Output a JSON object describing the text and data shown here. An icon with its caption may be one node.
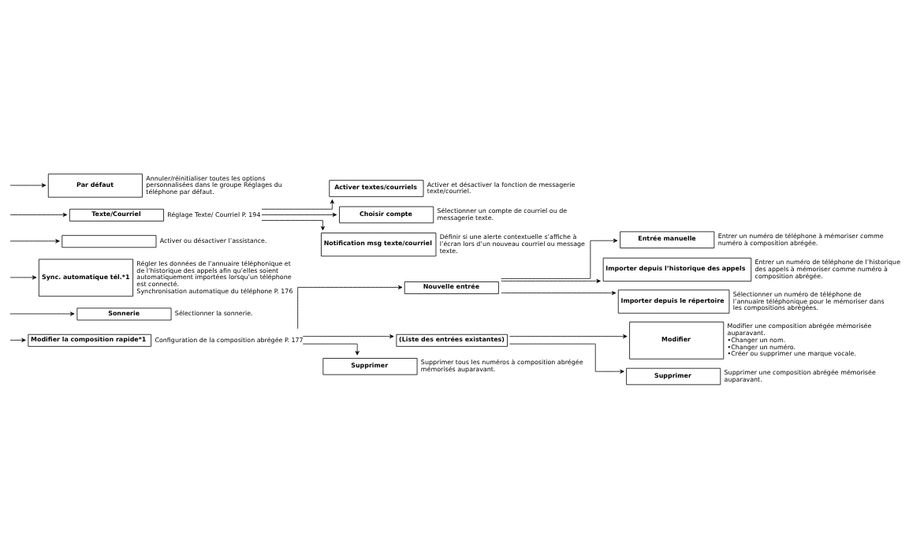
{
  "diagram": {
    "nodes": [
      {
        "text": [
          "Modifier la composition rapide*1"
        ],
        "beside": [
          "Configuration de la composition abrégée P. 177"
        ]
      },
      {
        "text": [
          "Nouvelle entrée"
        ]
      },
      {
        "text": [
          "Entrée manuelle"
        ],
        "beside": [
          "Entrer un numéro de téléphone à mémoriser comme numéro à composition abrégée."
        ]
      },
      {
        "text": [
          "Importer depuis l’historique des appels"
        ],
        "beside": [
          "Entrer un numéro de téléphone de l’historique des appels à mémoriser comme numéro à composition abrégée."
        ]
      },
      {
        "text": [
          "Importer depuis le répertoire"
        ],
        "beside": [
          "Sélectionner un numéro de téléphone de l’annuaire téléphonique pour le mémoriser dans les compositions abrégées."
        ]
      },
      {
        "text": [
          "(Liste des entrées existantes)"
        ]
      },
      {
        "text": [
          "Modifier"
        ],
        "beside": [
          "Modifier une composition abrégée mémorisée auparavant.",
          "•Changer un nom.",
          "•Changer un numéro.",
          "•Créer ou supprimer une marque vocale."
        ]
      },
      {
        "text": [
          "Supprimer"
        ],
        "beside": [
          "Supprimer une composition abrégée mémorisée auparavant."
        ]
      },
      {
        "text": [
          "Supprimer"
        ],
        "beside": [
          "Supprimer tous les numéros à composition abrégée mémorisés auparavant."
        ]
      },
      {
        "text": [
          "Sonnerie"
        ],
        "beside": [
          "Sélectionner la sonnerie."
        ]
      },
      {
        "text": [
          "Sync. automatique tél.*1"
        ],
        "beside": [
          "Régler les données de l’annuaire téléphonique et de l’historique des appels afin qu’elles soient automatiquement importées lorsqu’un téléphone est connecté.",
          "Synchronisation automatique du téléphone P. 176"
        ]
      },
      {
        "text": [],
        "shape": "box",
        "beside": [
          "Activer ou désactiver l’assistance."
        ]
      },
      {
        "text": [
          "Texte/Courriel"
        ],
        "beside": [
          "Réglage Texte/ Courriel P. 194"
        ]
      },
      {
        "text": [
          "Activer textes/courriels"
        ],
        "beside": [
          "Activer et désactiver la fonction de messagerie texte/courriel."
        ]
      },
      {
        "text": [
          "Choisir compte"
        ],
        "beside": [
          "Sélectionner un compte de courriel ou de messagerie texte."
        ]
      },
      {
        "text": [
          "Notification msg texte/courriel"
        ],
        "beside": [
          "Définir si une alerte contextuelle s’affiche à l’écran lors d’un nouveau courriel ou message texte."
        ]
      },
      {
        "text": [
          "Par défaut"
        ],
        "beside": [
          "Annuler/réinitialiser toutes les options personnalisées dans le groupe Réglages du téléphone par défaut."
        ]
      }
    ],
    "edges": [
      {
        "from": null,
        "to": 0,
        "arrow": "to"
      },
      {
        "from": 0,
        "to": 1,
        "arrow": "to"
      },
      {
        "from": 1,
        "to": 2,
        "arrow": "to"
      },
      {
        "from": 1,
        "to": 3,
        "arrow": "to"
      },
      {
        "from": 1,
        "to": 4,
        "arrow": "to"
      },
      {
        "from": 0,
        "to": 5,
        "arrow": "to"
      },
      {
        "from": 5,
        "to": 6,
        "arrow": "to"
      },
      {
        "from": 5,
        "to": 7,
        "arrow": "to"
      },
      {
        "from": 0,
        "to": 8,
        "arrow": "to"
      },
      {
        "from": null,
        "to": 9,
        "arrow": "to"
      },
      {
        "from": null,
        "to": 10,
        "arrow": "to"
      },
      {
        "from": null,
        "to": 11,
        "arrow": "to"
      },
      {
        "from": null,
        "to": 12,
        "arrow": "to"
      },
      {
        "from": 12,
        "to": 13,
        "arrow": "to"
      },
      {
        "from": 12,
        "to": 14,
        "arrow": "to"
      },
      {
        "from": 12,
        "to": 15,
        "arrow": "to"
      },
      {
        "from": null,
        "to": 16,
        "arrow": "to"
      }
    ]
  }
}
